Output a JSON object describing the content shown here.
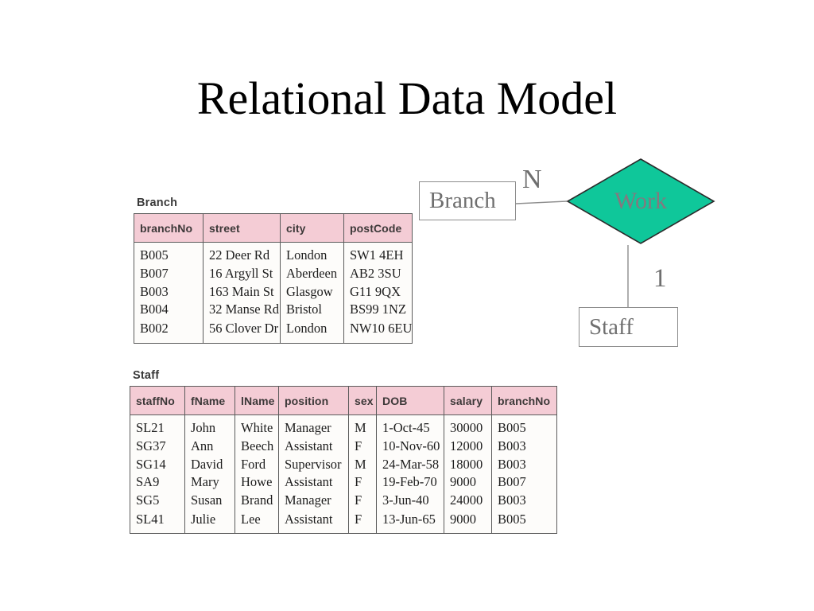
{
  "slide": {
    "title": "Relational Data Model"
  },
  "tables": [
    {
      "name": "branch",
      "caption": "Branch",
      "columns": [
        "branchNo",
        "street",
        "city",
        "postCode"
      ],
      "rows": [
        [
          "B005",
          "22 Deer Rd",
          "London",
          "SW1 4EH"
        ],
        [
          "B007",
          "16 Argyll St",
          "Aberdeen",
          "AB2 3SU"
        ],
        [
          "B003",
          "163 Main St",
          "Glasgow",
          "G11 9QX"
        ],
        [
          "B004",
          "32 Manse Rd",
          "Bristol",
          "BS99 1NZ"
        ],
        [
          "B002",
          "56 Clover Dr",
          "London",
          "NW10 6EU"
        ]
      ]
    },
    {
      "name": "staff",
      "caption": "Staff",
      "columns": [
        "staffNo",
        "fName",
        "lName",
        "position",
        "sex",
        "DOB",
        "salary",
        "branchNo"
      ],
      "rows": [
        [
          "SL21",
          "John",
          "White",
          "Manager",
          "M",
          "1-Oct-45",
          "30000",
          "B005"
        ],
        [
          "SG37",
          "Ann",
          "Beech",
          "Assistant",
          "F",
          "10-Nov-60",
          "12000",
          "B003"
        ],
        [
          "SG14",
          "David",
          "Ford",
          "Supervisor",
          "M",
          "24-Mar-58",
          "18000",
          "B003"
        ],
        [
          "SA9",
          "Mary",
          "Howe",
          "Assistant",
          "F",
          "19-Feb-70",
          "9000",
          "B007"
        ],
        [
          "SG5",
          "Susan",
          "Brand",
          "Manager",
          "F",
          "3-Jun-40",
          "24000",
          "B003"
        ],
        [
          "SL41",
          "Julie",
          "Lee",
          "Assistant",
          "F",
          "13-Jun-65",
          "9000",
          "B005"
        ]
      ]
    }
  ],
  "er_diagram": {
    "entities": [
      {
        "name": "branch-entity",
        "label": "Branch"
      },
      {
        "name": "staff-entity",
        "label": "Staff"
      }
    ],
    "relationship": {
      "label": "Work",
      "fill_color": "#0fc79a",
      "stroke_color": "#2b2b2b",
      "text_color": "#83797f"
    },
    "cardinality": {
      "branch_side": "N",
      "staff_side": "1"
    }
  },
  "colors": {
    "header_fill": "#f4ccd5",
    "table_border": "#5b5b5b",
    "entity_border": "#8d8d8d",
    "diagram_text": "#6f6f6f",
    "page_background": "#ffffff"
  }
}
